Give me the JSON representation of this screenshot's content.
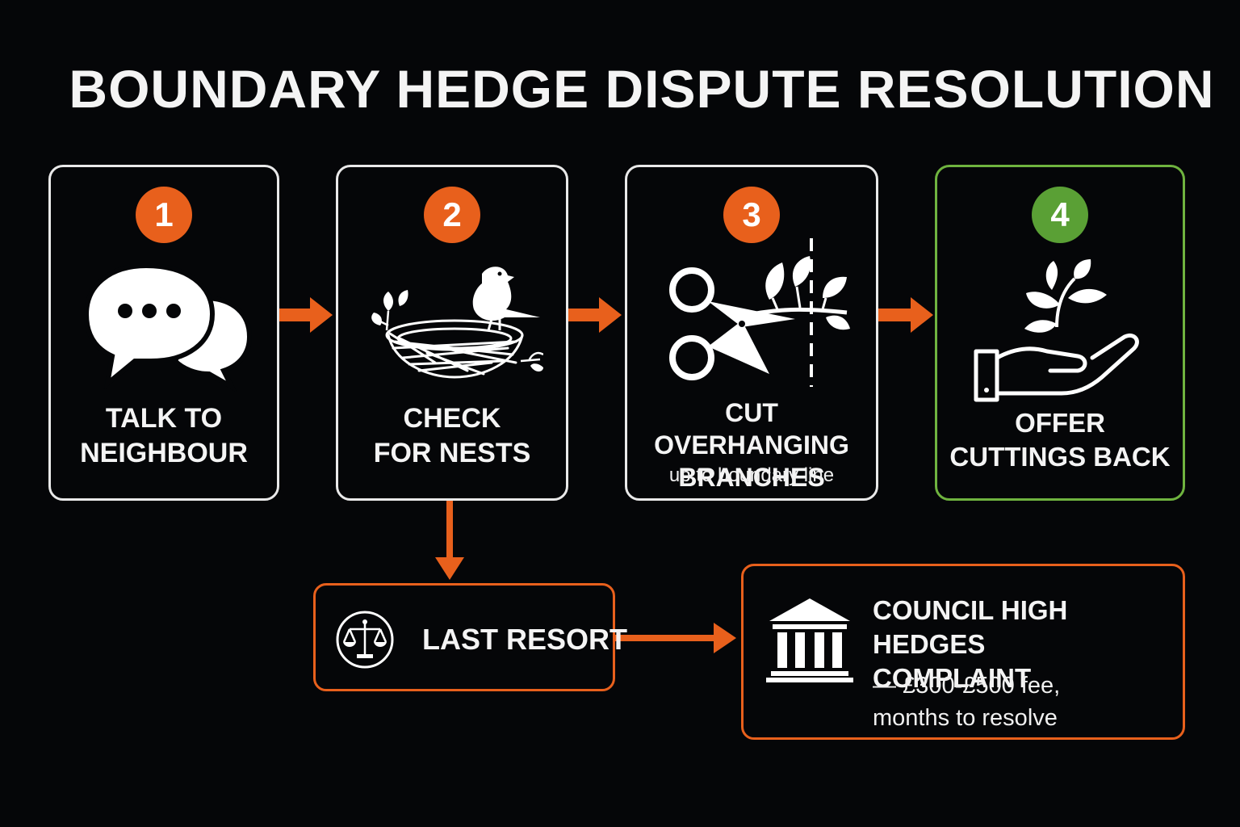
{
  "title": "BOUNDARY HEDGE DISPUTE RESOLUTION",
  "steps": [
    {
      "number": "1",
      "line1": "TALK TO",
      "line2": "NEIGHBOUR",
      "icon": "speech-bubbles-icon"
    },
    {
      "number": "2",
      "line1": "CHECK",
      "line2": "FOR NESTS",
      "icon": "bird-nest-icon"
    },
    {
      "number": "3",
      "line1": "CUT OVERHANGING",
      "line2": "BRANCHES",
      "note": "up to boundary line",
      "icon": "scissors-branch-icon"
    },
    {
      "number": "4",
      "line1": "OFFER",
      "line2": "CUTTINGS BACK",
      "icon": "hand-plant-icon"
    }
  ],
  "last_resort": {
    "label": "LAST RESORT",
    "icon": "scales-icon"
  },
  "council": {
    "line1": "COUNCIL HIGH HEDGES",
    "line2": "COMPLAINT",
    "note1": "— £300-£500 fee,",
    "note2": "months to resolve",
    "icon": "courthouse-icon"
  },
  "colors": {
    "accent": "#e8601c",
    "success": "#6fb33f",
    "background": "#050608",
    "border": "#e9e9e9"
  }
}
